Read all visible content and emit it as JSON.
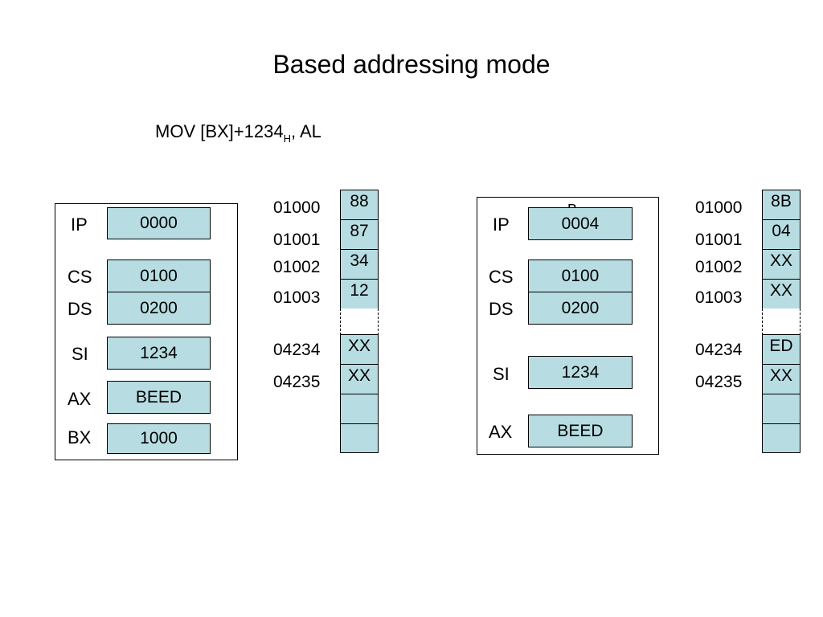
{
  "slide": {
    "title": "Based addressing mode",
    "instruction_main": "MOV [BX]+1234",
    "instruction_sub": "H",
    "instruction_tail": ", AL"
  },
  "before": {
    "registers": [
      {
        "name": "IP",
        "value": "0000"
      },
      {
        "name": "CS",
        "value": "0100"
      },
      {
        "name": "DS",
        "value": "0200"
      },
      {
        "name": "SI",
        "value": "1234"
      },
      {
        "name": "AX",
        "value": "BEED"
      },
      {
        "name": "BX",
        "value": "1000"
      }
    ],
    "memory_top": [
      {
        "address": "01000",
        "value": "88"
      },
      {
        "address": "01001",
        "value": "87"
      },
      {
        "address": "01002",
        "value": "34"
      },
      {
        "address": "01003",
        "value": "12"
      }
    ],
    "memory_bottom": [
      {
        "address": "04234",
        "value": "XX"
      },
      {
        "address": "04235",
        "value": "XX"
      },
      {
        "address": "",
        "value": ""
      },
      {
        "address": "",
        "value": ""
      }
    ]
  },
  "after": {
    "box_label": "B",
    "registers": [
      {
        "name": "IP",
        "value": "0004"
      },
      {
        "name": "CS",
        "value": "0100"
      },
      {
        "name": "DS",
        "value": "0200"
      },
      {
        "name": "SI",
        "value": "1234"
      },
      {
        "name": "AX",
        "value": "BEED"
      }
    ],
    "memory_top": [
      {
        "address": "01000",
        "value": "8B"
      },
      {
        "address": "01001",
        "value": "04"
      },
      {
        "address": "01002",
        "value": "XX"
      },
      {
        "address": "01003",
        "value": "XX"
      }
    ],
    "memory_bottom": [
      {
        "address": "04234",
        "value": "ED"
      },
      {
        "address": "04235",
        "value": "XX"
      },
      {
        "address": "",
        "value": ""
      },
      {
        "address": "",
        "value": ""
      }
    ]
  }
}
